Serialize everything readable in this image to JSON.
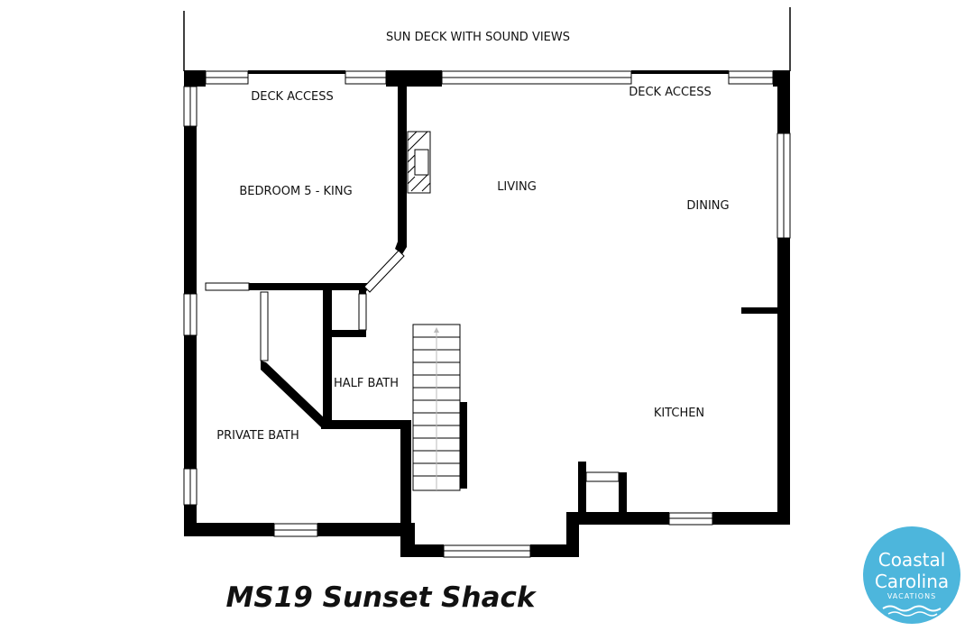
{
  "plan": {
    "deck_label": "SUN DECK WITH SOUND VIEWS",
    "rooms": {
      "deck_access_left": "DECK ACCESS",
      "deck_access_right": "DECK ACCESS",
      "bedroom": "BEDROOM 5 - KING",
      "living": "LIVING",
      "dining": "DINING",
      "half_bath": "HALF BATH",
      "private_bath": "PRIVATE BATH",
      "kitchen": "KITCHEN"
    }
  },
  "title": "MS19 Sunset Shack",
  "logo": {
    "line1": "Coastal",
    "line2": "Carolina",
    "line3": "VACATIONS",
    "color": "#4db6dc"
  },
  "colors": {
    "wall": "#000000",
    "background": "#ffffff"
  }
}
